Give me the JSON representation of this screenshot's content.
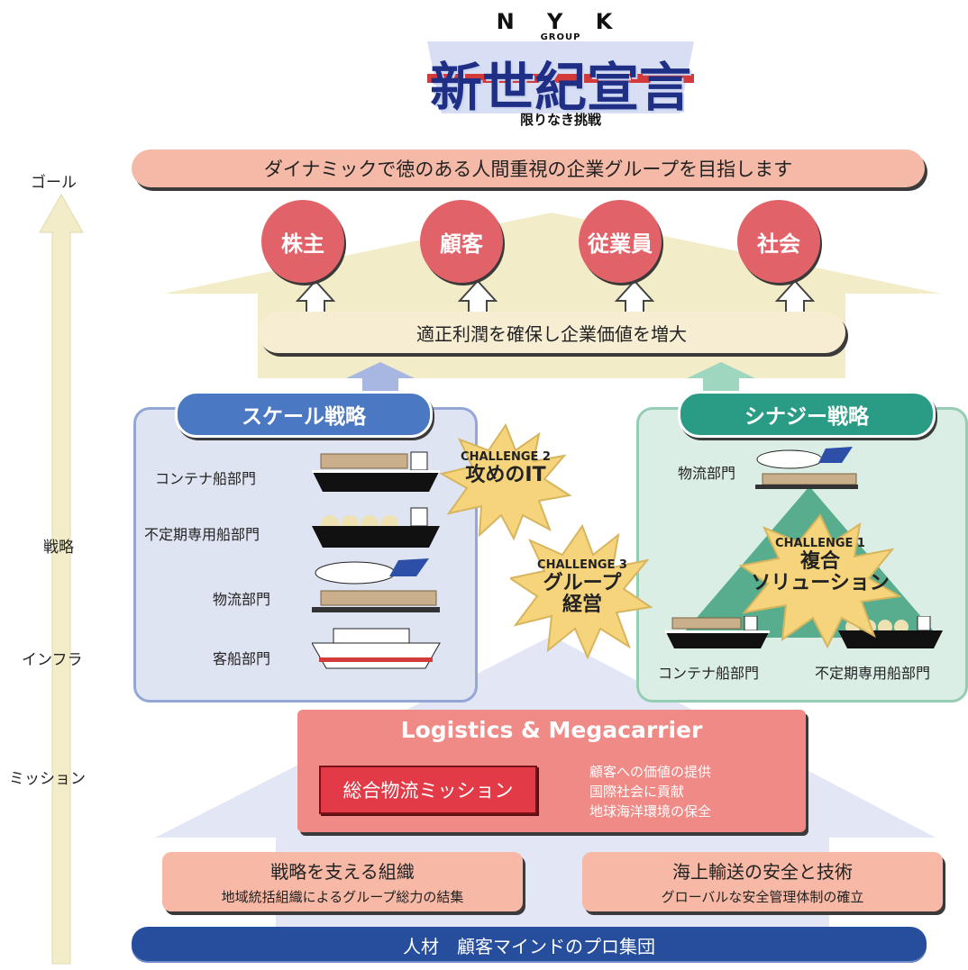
{
  "logo": {
    "nyk": "N Y K",
    "group": "GROUP",
    "main": "新世紀宣言",
    "sub": "限りなき挑戦"
  },
  "side_labels": {
    "goal": "ゴール",
    "strategy": "戦略",
    "mission": "ミッション",
    "infra": "インフラ"
  },
  "goal": "ダイナミックで徳のある人間重視の企業グループを目指します",
  "stakeholders": [
    "株主",
    "顧客",
    "従業員",
    "社会"
  ],
  "profit": "適正利潤を確保し企業価値を増大",
  "scale": {
    "title": "スケール戦略",
    "divisions": [
      "コンテナ船部門",
      "不定期専用船部門",
      "物流部門",
      "客船部門"
    ]
  },
  "synergy": {
    "title": "シナジー戦略",
    "top_division": "物流部門",
    "bottom_left": "コンテナ船部門",
    "bottom_right": "不定期専用船部門"
  },
  "challenges": [
    {
      "label": "CHALLENGE 2",
      "name": "攻めのIT"
    },
    {
      "label": "CHALLENGE 3",
      "name_line1": "グループ",
      "name_line2": "経営"
    },
    {
      "label": "CHALLENGE 1",
      "name_line1": "複合",
      "name_line2": "ソリューション"
    }
  ],
  "mission": {
    "title": "Logistics & Megacarrier",
    "button": "総合物流ミッション",
    "items": [
      "顧客への価値の提供",
      "国際社会に貢献",
      "地球海洋環境の保全"
    ]
  },
  "infra": [
    {
      "title": "戦略を支える組織",
      "subtitle": "地域統括組織によるグループ総力の結集"
    },
    {
      "title": "海上輸送の安全と技術",
      "subtitle": "グローバルな安全管理体制の確立"
    }
  ],
  "base": "人材　顧客マインドのプロ集団",
  "colors": {
    "goal_bar": "#f5b9a7",
    "stake": "#e2626a",
    "scale": "#4b78c2",
    "synergy": "#2a9c86",
    "mission_box": "#ef8a86",
    "mission_button": "#e23a47",
    "base": "#274e9c"
  }
}
